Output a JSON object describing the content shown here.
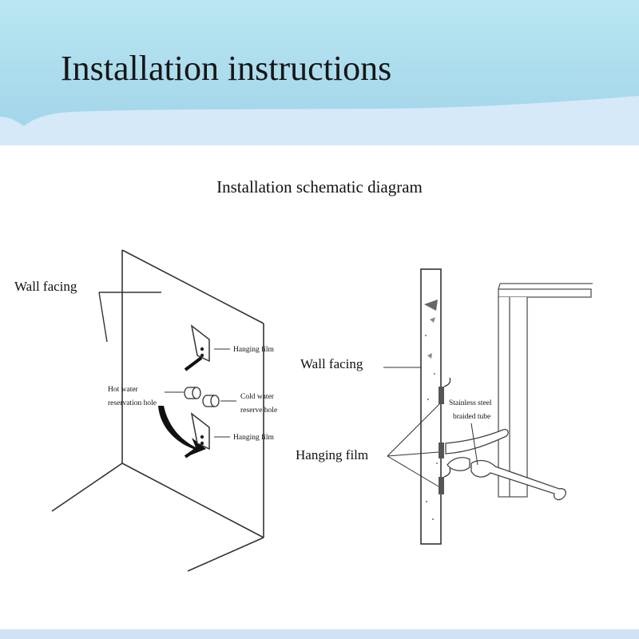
{
  "header": {
    "title": "Installation instructions"
  },
  "diagram": {
    "subtitle": "Installation schematic diagram",
    "left": {
      "wall_facing": "Wall facing",
      "hanging_film_top": "Hanging film",
      "hanging_film_bottom": "Hanging film",
      "hot_water_line1": "Hot water",
      "hot_water_line2": "reservation hole",
      "cold_water_line1": "Cold water",
      "cold_water_line2": "reserve hole"
    },
    "right": {
      "wall_facing": "Wall facing",
      "hanging_film": "Hanging film",
      "braided_tube_line1": "Stainless steel",
      "braided_tube_line2": "braided tube"
    }
  },
  "colors": {
    "banner_top": "#a8dcea",
    "banner_bottom": "#d4e8f8",
    "line": "#333333"
  }
}
